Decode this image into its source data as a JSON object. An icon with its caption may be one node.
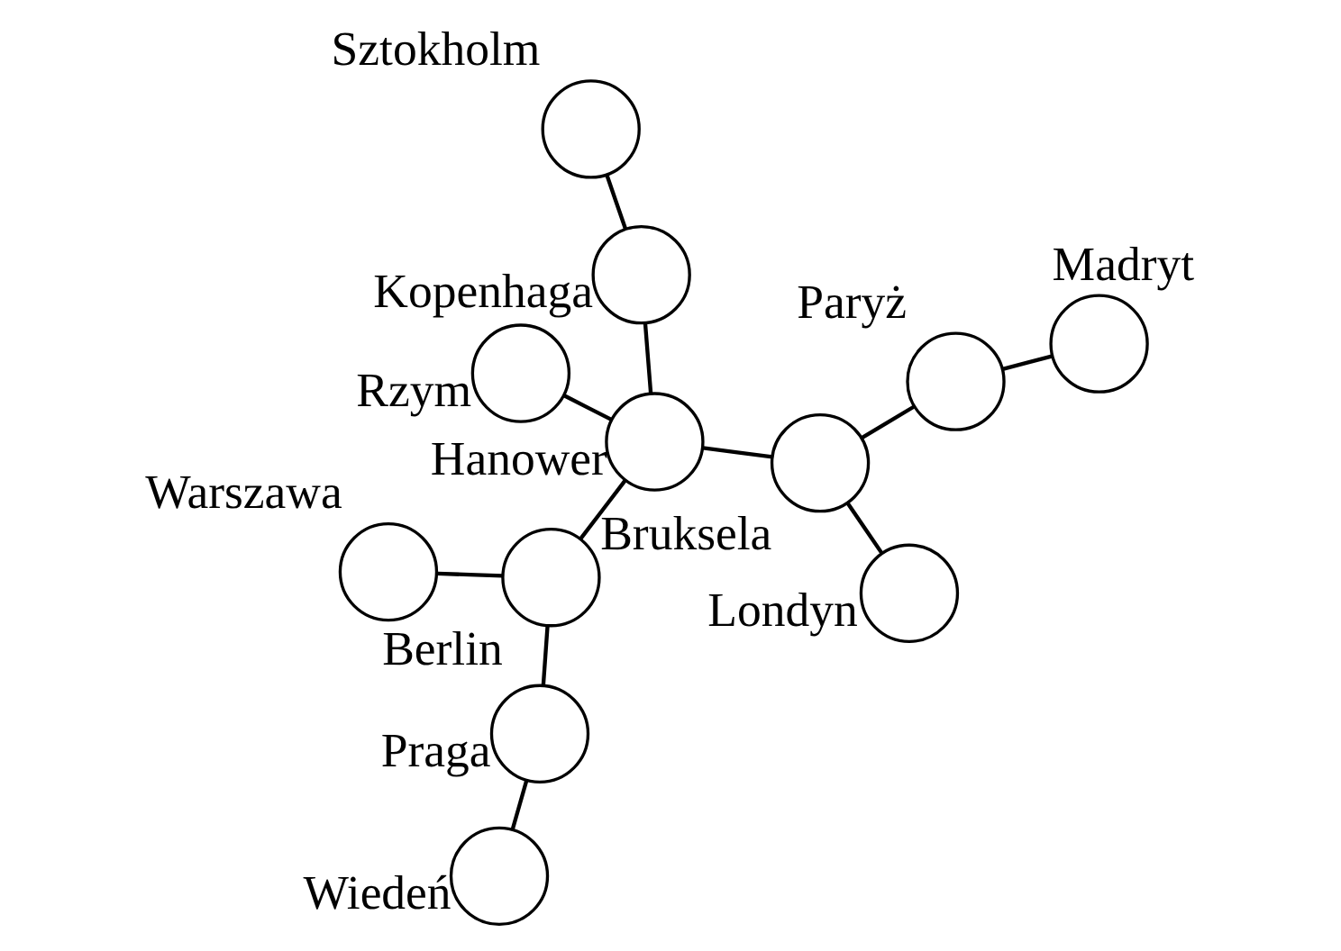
{
  "diagram": {
    "nodes": [
      {
        "text": [],
        "shape": "circle",
        "beside": [
          "Sztokholm"
        ]
      },
      {
        "text": [],
        "shape": "circle",
        "beside": [
          "Kopenhaga"
        ]
      },
      {
        "text": [],
        "shape": "circle",
        "beside": [
          "Londyn"
        ]
      },
      {
        "text": [],
        "shape": "circle",
        "beside": [
          "Bruksela"
        ]
      },
      {
        "text": [],
        "shape": "circle",
        "beside": [
          "Hanower"
        ]
      },
      {
        "text": [],
        "shape": "circle",
        "beside": [
          "Berlin"
        ]
      },
      {
        "text": [],
        "shape": "circle",
        "beside": [
          "Warszawa"
        ]
      },
      {
        "text": [],
        "shape": "circle",
        "beside": [
          "Paryż"
        ]
      },
      {
        "text": [],
        "shape": "circle",
        "beside": [
          "Praga"
        ]
      },
      {
        "text": [],
        "shape": "circle",
        "beside": [
          "Wiedeń"
        ]
      },
      {
        "text": [],
        "shape": "circle",
        "beside": [
          "Madryt"
        ]
      },
      {
        "text": [],
        "shape": "circle",
        "beside": [
          "Rzym"
        ]
      }
    ],
    "edges": [
      {
        "from": 0,
        "to": 1,
        "arrow": "none"
      },
      {
        "from": 1,
        "to": 4,
        "arrow": "none"
      },
      {
        "from": 2,
        "to": 3,
        "arrow": "none"
      },
      {
        "from": 3,
        "to": 4,
        "arrow": "none"
      },
      {
        "from": 4,
        "to": 5,
        "arrow": "none"
      },
      {
        "from": 5,
        "to": 6,
        "arrow": "none"
      },
      {
        "from": 3,
        "to": 7,
        "arrow": "none"
      },
      {
        "from": 7,
        "to": 10,
        "arrow": "none"
      },
      {
        "from": 4,
        "to": 11,
        "arrow": "none"
      },
      {
        "from": 5,
        "to": 8,
        "arrow": "none"
      },
      {
        "from": 8,
        "to": 9,
        "arrow": "none"
      }
    ]
  }
}
